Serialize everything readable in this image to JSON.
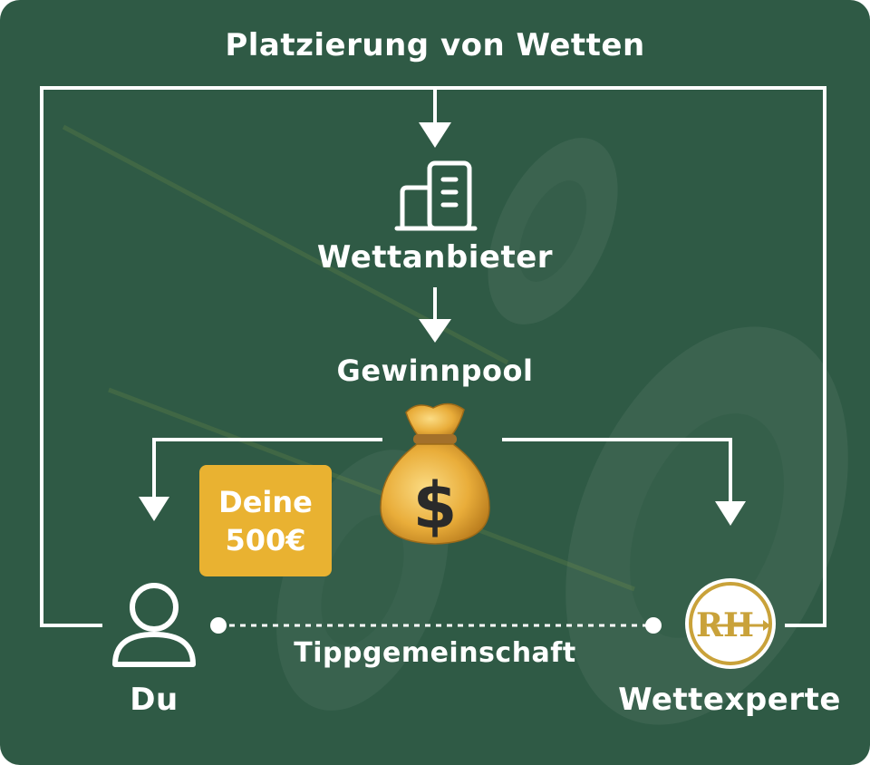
{
  "diagram": {
    "title": "Platzierung von Wetten",
    "nodes": {
      "provider": {
        "label": "Wettanbieter",
        "icon": "building-icon"
      },
      "pool": {
        "label": "Gewinnpool",
        "icon": "money-bag-icon"
      },
      "you": {
        "label": "Du",
        "icon": "user-icon"
      },
      "expert": {
        "label": "Wettexperte",
        "icon": "expert-logo-icon"
      }
    },
    "stake_badge": {
      "line1": "Deine",
      "line2": "500€"
    },
    "connection_label": "Tippgemeinschaft"
  },
  "colors": {
    "background": "#2f5a45",
    "lines": "#ffffff",
    "badge": "#e9b231",
    "expert_logo": "#c9a23a"
  }
}
